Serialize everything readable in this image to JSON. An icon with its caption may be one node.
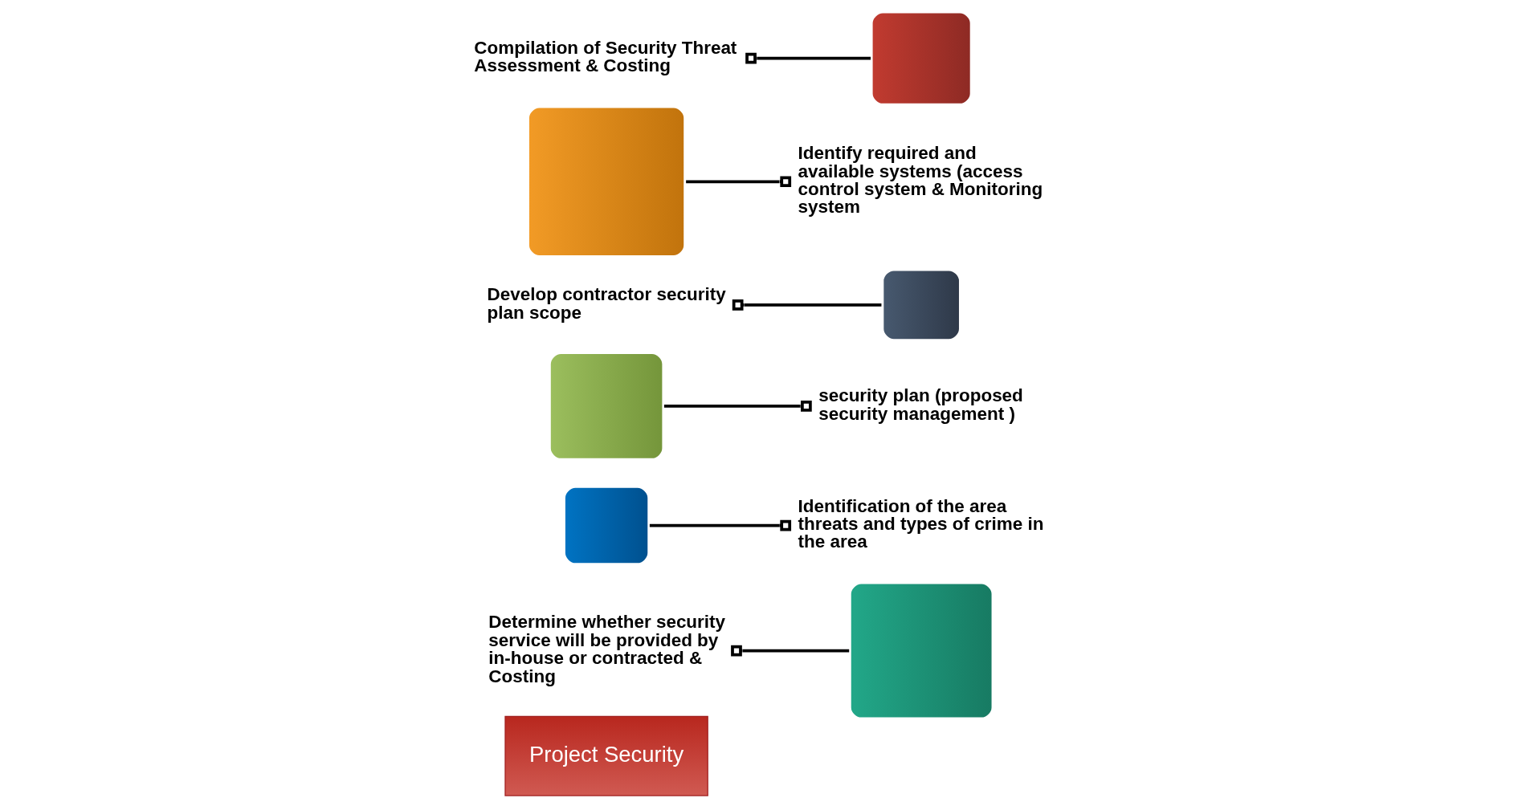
{
  "diagram": {
    "nodes": [
      {
        "text": [
          "Project Security"
        ]
      },
      {
        "text": [],
        "shape": "box"
      },
      {
        "text": [],
        "shape": "box"
      },
      {
        "text": [],
        "shape": "box"
      },
      {
        "text": [],
        "shape": "box"
      },
      {
        "text": [],
        "shape": "box"
      },
      {
        "text": [],
        "shape": "box"
      },
      {
        "text": [
          "Determine whether security service will be provided by in-house or contracted & Costing"
        ]
      },
      {
        "text": [
          "Identification of the area threats and types of crime in the area"
        ]
      },
      {
        "text": [
          "security plan (proposed security management )"
        ]
      },
      {
        "text": [
          "Develop contractor security plan scope"
        ]
      },
      {
        "text": [
          "Compilation of Security Threat Assessment & Costing"
        ]
      },
      {
        "text": [
          "Identify required and available systems (access control system & Monitoring system"
        ]
      }
    ],
    "edges": [
      {
        "from": 7,
        "to": 1,
        "arrow": "other"
      },
      {
        "from": 8,
        "to": 2,
        "arrow": "other"
      },
      {
        "from": 9,
        "to": 3,
        "arrow": "other"
      },
      {
        "from": 10,
        "to": 4,
        "arrow": "other"
      },
      {
        "from": 11,
        "to": 6,
        "arrow": "other"
      },
      {
        "from": 12,
        "to": 5,
        "arrow": "other"
      }
    ]
  }
}
